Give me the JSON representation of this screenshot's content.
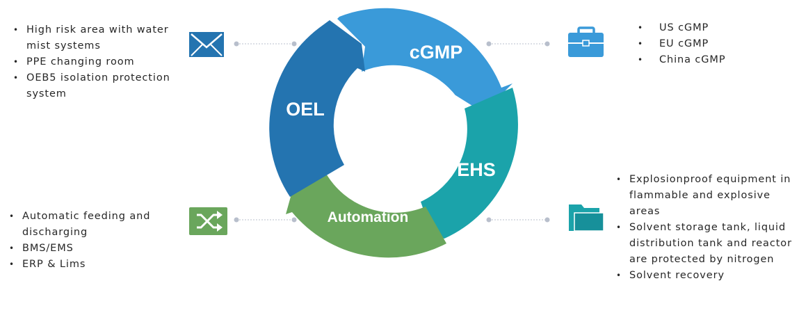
{
  "segments": {
    "cgmp": {
      "label": "cGMP",
      "color": "#3a9ad9"
    },
    "ehs": {
      "label": "EHS",
      "color": "#1ba3aa"
    },
    "automation": {
      "label": "Automation",
      "color": "#6aa65c"
    },
    "oel": {
      "label": "OEL",
      "color": "#2474b0"
    }
  },
  "icons": {
    "top_left": {
      "name": "envelope-icon",
      "color": "#2474b0"
    },
    "top_right": {
      "name": "briefcase-icon",
      "color": "#3a9ad9"
    },
    "bottom_left": {
      "name": "shuffle-icon",
      "color": "#6aa65c"
    },
    "bottom_right": {
      "name": "folder-icon",
      "color": "#1ba3aa"
    }
  },
  "lists": {
    "oel": [
      "High risk area with water mist systems",
      "PPE changing room",
      "OEB5 isolation protection system"
    ],
    "cgmp": [
      "US cGMP",
      "EU cGMP",
      "China cGMP"
    ],
    "automation": [
      "Automatic feeding and discharging",
      "BMS/EMS",
      "ERP & Lims"
    ],
    "ehs": [
      "Explosionproof equipment in flammable and explosive areas",
      "Solvent storage tank, liquid distribution tank and reactor are protected by nitrogen",
      "Solvent recovery"
    ]
  },
  "connector_color": "#b8bfcc"
}
